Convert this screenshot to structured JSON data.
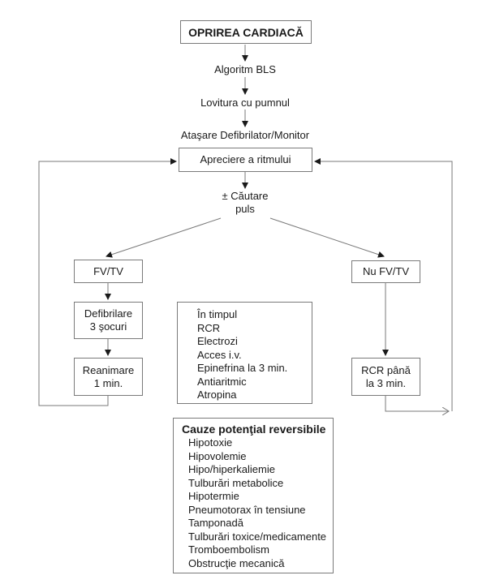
{
  "diagram": {
    "title": "OPRIREA CARDIACĂ",
    "steps": {
      "bls": "Algoritm BLS",
      "punch": "Lovitura cu pumnul",
      "attach": "Ataşare Defibrilator/Monitor",
      "rhythm": "Apreciere a ritmului",
      "pulse_check": "± Căutare\npuls"
    },
    "left_branch": {
      "label": "FV/TV",
      "defib": "Defibrilare\n3 şocuri",
      "cpr": "Reanimare\n1 min."
    },
    "right_branch": {
      "label": "Nu FV/TV",
      "cpr": "RCR până\nla 3 min."
    },
    "during_cpr": {
      "items": [
        "În timpul",
        "RCR",
        "Electrozi",
        "Acces i.v.",
        "Epinefrina la 3 min.",
        "Antiaritmic",
        "Atropina"
      ]
    },
    "reversible_causes": {
      "heading": "Cauze potenţial reversibile",
      "items": [
        "Hipotoxie",
        "Hipovolemie",
        "Hipo/hiperkaliemie",
        "Tulburări metabolice",
        "Hipotermie",
        "Pneumotorax în tensiune",
        "Tamponadă",
        "Tulburări toxice/medicamente",
        "Tromboembolism",
        "Obstrucţie mecanică"
      ]
    },
    "colors": {
      "line": "#7a7a7a",
      "arrow": "#1a1a1a",
      "text": "#1a1a1a"
    }
  }
}
